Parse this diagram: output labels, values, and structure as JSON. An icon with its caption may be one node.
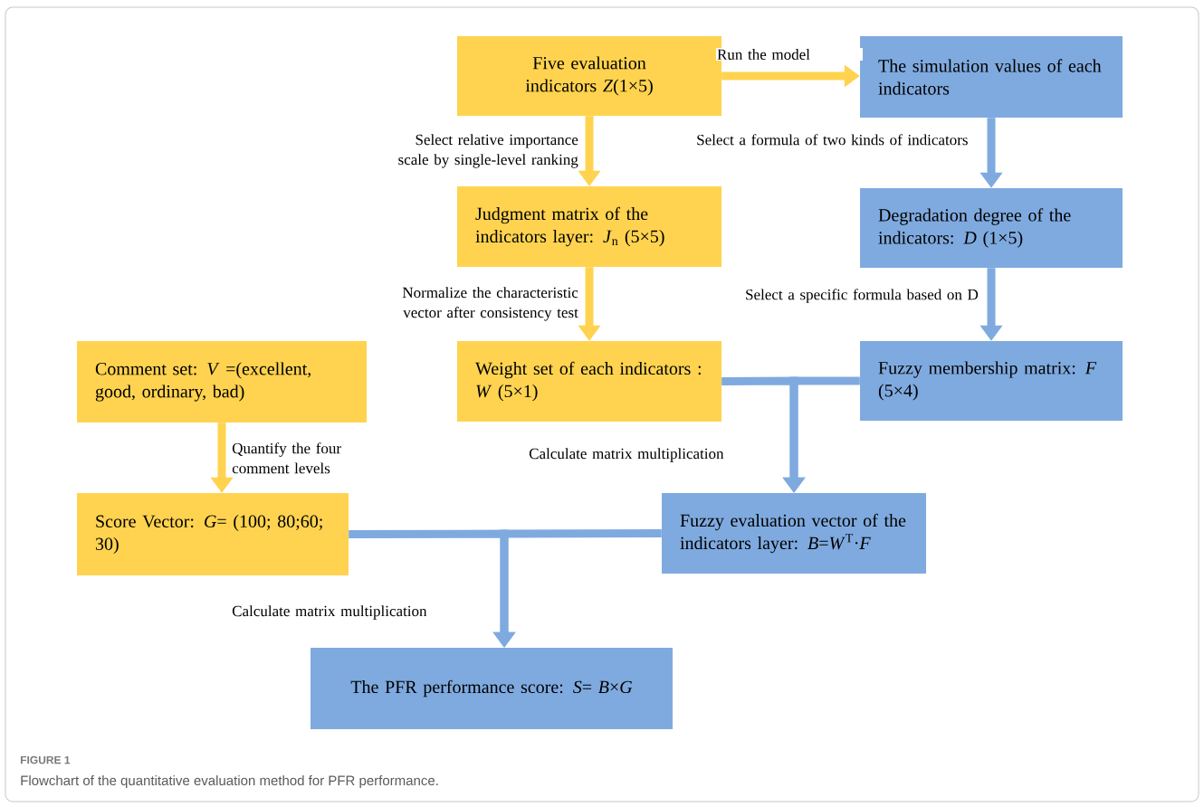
{
  "diagram": {
    "title": "FIGURE 1",
    "caption": "Flowchart of the quantitative evaluation method for PFR performance.",
    "nodes": [
      {
        "text": [
          "Five evaluation indicators *Z*(1×5)"
        ]
      },
      {
        "text": [
          "The simulation values of each indicators"
        ]
      },
      {
        "text": [
          "Judgment matrix of the indicators layer: *J*$_{n}$ (5×5)"
        ]
      },
      {
        "text": [
          "Degradation degree of the indicators: *D* (1×5)"
        ]
      },
      {
        "text": [
          "Comment set: *V* =(excellent, good, ordinary, bad)"
        ]
      },
      {
        "text": [
          "Weight set of each indicators : *W* (5×1)"
        ]
      },
      {
        "text": [
          "Fuzzy membership matrix: *F* (5×4)"
        ]
      },
      {
        "text": [
          "Score Vector: *G*= (100; 80;60; 30)"
        ]
      },
      {
        "text": [
          "Fuzzy evaluation vector of the indicators layer: *B*=*W*$^{T}$·*F*"
        ]
      },
      {
        "text": [
          "The PFR performance score: *S*= *B*×*G*"
        ]
      }
    ],
    "edges": [
      {
        "from": 0,
        "to": 1,
        "arrow": "to",
        "label": "Run the model",
        "color": "#ffd34f"
      },
      {
        "from": 0,
        "to": 2,
        "arrow": "to",
        "label": "Select relative importance scale by single-level ranking",
        "color": "#ffd34f"
      },
      {
        "from": 1,
        "to": 3,
        "arrow": "to",
        "label": "Select a formula of two kinds of indicators"
      },
      {
        "from": 2,
        "to": 5,
        "arrow": "to",
        "label": "Normalize the characteristic vector after consistency test",
        "color": "#ffd34f"
      },
      {
        "from": 3,
        "to": 6,
        "arrow": "to",
        "label": "Select a specific formula based on D"
      },
      {
        "from": 4,
        "to": 7,
        "arrow": "to",
        "label": "Quantify the four comment levels",
        "color": "#ffd34f"
      },
      {
        "from": 5,
        "to": 8,
        "arrow": "to",
        "label": "Calculate matrix multiplication"
      },
      {
        "from": 6,
        "to": 8,
        "arrow": "to"
      },
      {
        "from": 7,
        "to": 9,
        "arrow": "to",
        "label": "Calculate matrix multiplication"
      },
      {
        "from": 8,
        "to": 9,
        "arrow": "to"
      }
    ]
  }
}
